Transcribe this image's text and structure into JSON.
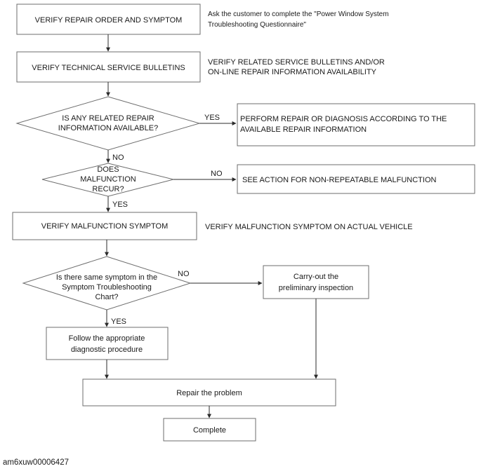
{
  "diagram": {
    "steps": {
      "verify_repair_order": "VERIFY REPAIR ORDER AND SYMPTOM",
      "verify_tsb": "VERIFY TECHNICAL SERVICE BULLETINS",
      "repair_info_question": [
        "IS ANY RELATED REPAIR",
        "INFORMATION AVAILABLE?"
      ],
      "recur_question": [
        "DOES",
        "MALFUNCTION",
        "RECUR?"
      ],
      "perform_repair": [
        "PERFORM REPAIR OR DIAGNOSIS ACCORDING TO THE",
        "AVAILABLE REPAIR INFORMATION"
      ],
      "non_repeatable": "SEE ACTION FOR NON-REPEATABLE MALFUNCTION",
      "verify_malfunction": "VERIFY MALFUNCTION SYMPTOM",
      "same_symptom_question": [
        "Is there same symptom in the",
        "Symptom Troubleshooting",
        "Chart?"
      ],
      "preliminary_inspection": [
        "Carry-out the",
        "preliminary inspection"
      ],
      "follow_procedure": [
        "Follow the appropriate",
        "diagnostic procedure"
      ],
      "repair_problem": "Repair the problem",
      "complete": "Complete"
    },
    "notes": {
      "questionnaire": [
        "Ask the customer to complete the \"Power Window System",
        "Troubleshooting Questionnaire\""
      ],
      "bulletins": [
        "VERIFY RELATED SERVICE BULLETINS AND/OR",
        "ON-LINE REPAIR INFORMATION AVAILABILITY"
      ],
      "actual_vehicle": "VERIFY MALFUNCTION SYMPTOM ON ACTUAL VEHICLE"
    },
    "branch_labels": {
      "repair_info_yes": "YES",
      "repair_info_no": "NO",
      "recur_no": "NO",
      "recur_yes": "YES",
      "symptom_no": "NO",
      "symptom_yes": "YES"
    },
    "caption": "am6xuw00006427"
  }
}
